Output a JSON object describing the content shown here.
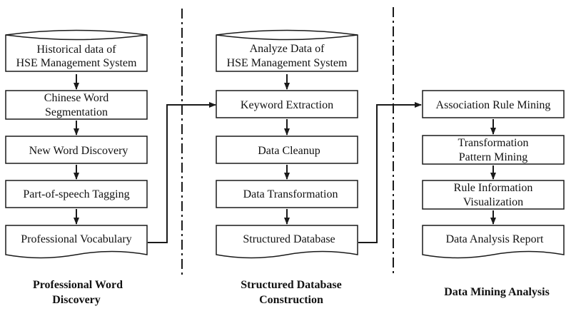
{
  "columns": [
    {
      "id": "professional-word-discovery",
      "label_lines": [
        "Professional Word",
        "Discovery"
      ],
      "source_lines": [
        "Historical data  of",
        "HSE Management System"
      ],
      "steps": [
        [
          "Chinese Word",
          "Segmentation"
        ],
        [
          "New Word Discovery"
        ],
        [
          "Part-of-speech Tagging"
        ]
      ],
      "output_lines": [
        "Professional Vocabulary"
      ]
    },
    {
      "id": "structured-database-construction",
      "label_lines": [
        "Structured Database",
        "Construction"
      ],
      "source_lines": [
        "Analyze Data of",
        "HSE Management System"
      ],
      "steps": [
        [
          "Keyword Extraction"
        ],
        [
          "Data Cleanup"
        ],
        [
          "Data Transformation"
        ]
      ],
      "output_lines": [
        "Structured Database"
      ]
    },
    {
      "id": "data-mining-analysis",
      "label_lines": [
        "Data Mining Analysis"
      ],
      "source_lines": [],
      "steps": [
        [
          "Association Rule Mining"
        ],
        [
          "Transformation",
          "Pattern Mining"
        ],
        [
          "Rule Information",
          "Visualization"
        ]
      ],
      "output_lines": [
        "Data Analysis Report"
      ]
    }
  ],
  "colors": {
    "stroke": "#1a1a1a",
    "text": "#111111",
    "background": "#ffffff"
  }
}
